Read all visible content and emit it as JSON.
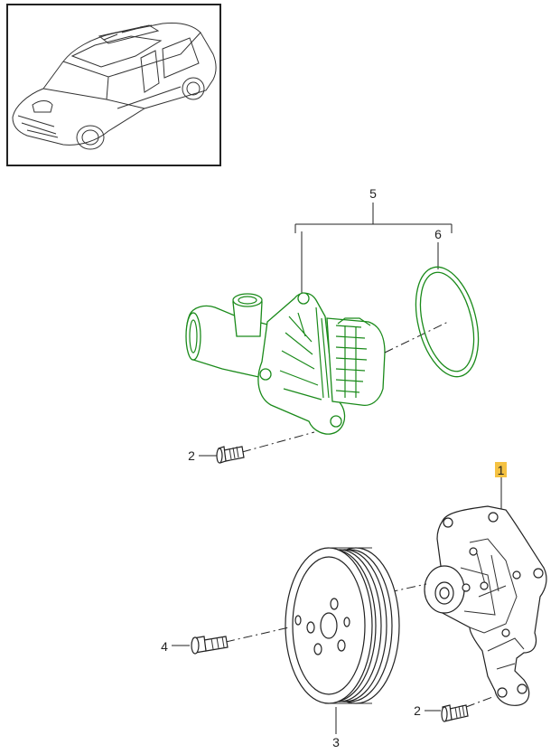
{
  "colors": {
    "highlight": "#f5c242",
    "selected_part": "#1a8a1a",
    "line": "#222222"
  },
  "callouts": {
    "part_1": "1",
    "part_2_upper": "2",
    "part_2_lower": "2",
    "part_3": "3",
    "part_4": "4",
    "part_5": "5",
    "part_6": "6"
  },
  "images": {
    "vehicle": "vehicle-thumbnail",
    "thermostat_housing": "thermostat-housing",
    "gasket": "o-ring-gasket",
    "water_pump": "water-pump",
    "pulley": "belt-pulley",
    "bolt": "bolt"
  }
}
